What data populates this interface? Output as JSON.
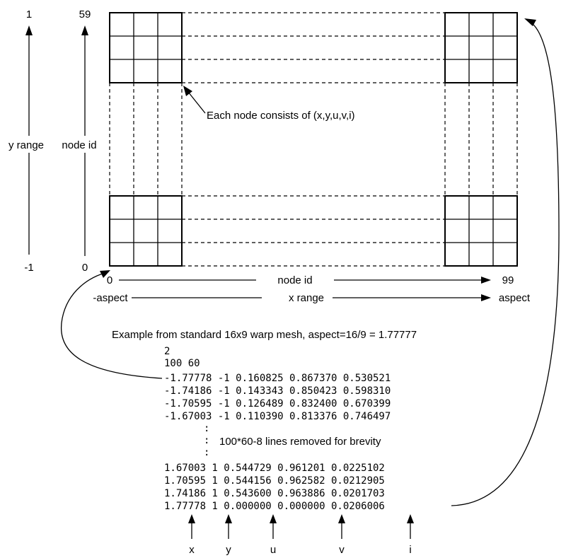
{
  "left_axis": {
    "top": "1",
    "label": "y range",
    "bottom": "-1"
  },
  "node_axis": {
    "top": "59",
    "label": "node id",
    "bottom": "0"
  },
  "bottom_axis": {
    "node_start": "0",
    "node_label": "node id",
    "node_end": "99",
    "x_start": "-aspect",
    "x_label": "x range",
    "x_end": "aspect"
  },
  "callout": "Each node consists of (x,y,u,v,i)",
  "example_title": "Example from standard 16x9 warp mesh, aspect=16/9 = 1.77777",
  "file": {
    "head": [
      "2",
      "100 60"
    ],
    "top_rows": [
      "-1.77778 -1 0.160825 0.867370 0.530521",
      "-1.74186 -1 0.143343 0.850423 0.598310",
      "-1.70595 -1 0.126489 0.832400 0.670399",
      "-1.67003 -1 0.110390 0.813376 0.746497"
    ],
    "ellipsis": [
      ":",
      ":",
      ":"
    ],
    "removed_note": "100*60-8 lines removed for brevity",
    "bottom_rows": [
      "1.67003 1 0.544729 0.961201 0.0225102",
      "1.70595 1 0.544156 0.962582 0.0212905",
      "1.74186 1 0.543600 0.963886 0.0201703",
      "1.77778 1 0.000000 0.000000 0.0206006"
    ]
  },
  "column_labels": [
    "x",
    "y",
    "u",
    "v",
    "i"
  ]
}
